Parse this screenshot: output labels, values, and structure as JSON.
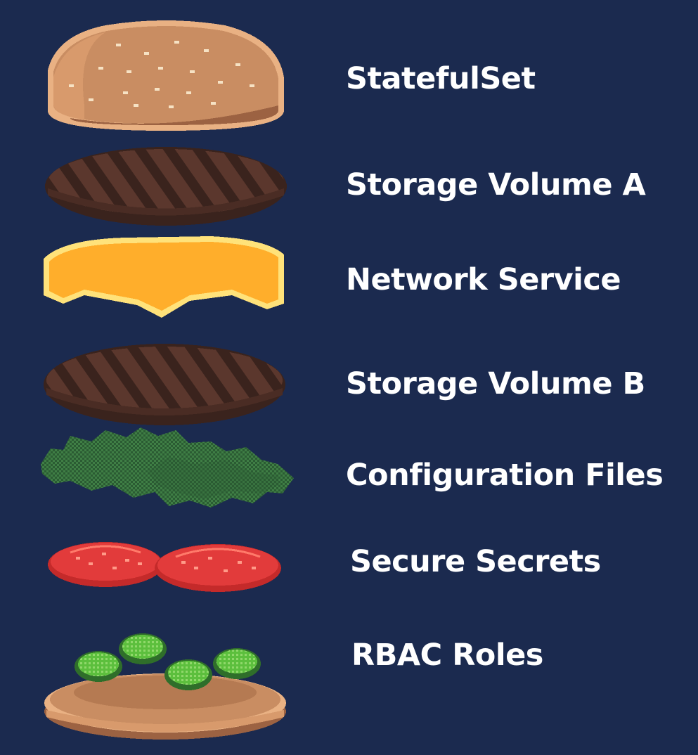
{
  "colors": {
    "background": "#1b2a4f",
    "label_text": "#ffffff",
    "bun": "#c98d62",
    "bun_outline": "#e9b183",
    "bun_shadow": "#9c6242",
    "patty": "#5b372d",
    "patty_dark": "#3a231d",
    "cheese": "#ffae2b",
    "cheese_outline": "#ffe27a",
    "lettuce": "#3f7e45",
    "lettuce_dark": "#2b5c33",
    "tomato": "#e23b3b",
    "tomato_light": "#ff7a6a",
    "pickle": "#5cbf3d",
    "pickle_dark": "#2f6e2a"
  },
  "layers": [
    {
      "label": "StatefulSet",
      "ingredient": "top-bun-icon"
    },
    {
      "label": "Storage Volume A",
      "ingredient": "patty-icon"
    },
    {
      "label": "Network Service",
      "ingredient": "cheese-icon"
    },
    {
      "label": "Storage Volume B",
      "ingredient": "patty-icon"
    },
    {
      "label": "Configuration Files",
      "ingredient": "lettuce-icon"
    },
    {
      "label": "Secure Secrets",
      "ingredient": "tomato-icon"
    },
    {
      "label": "RBAC Roles",
      "ingredient": "bottom-bun-with-pickles-icon"
    }
  ]
}
